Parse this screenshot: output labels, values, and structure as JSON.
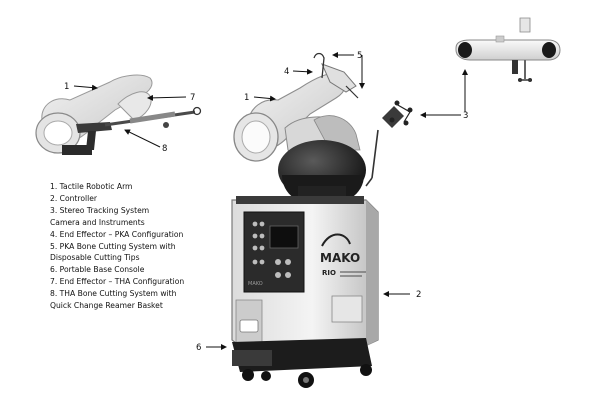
{
  "callouts": [
    "1",
    "7",
    "8",
    "4",
    "5",
    "1",
    "3",
    "2",
    "6"
  ],
  "legend": [
    "1. Tactile Robotic Arm",
    "2. Controller",
    "3. Stereo Tracking System",
    "    Camera and Instruments",
    "4. End Effector – PKA Configuration",
    "5. PKA Bone Cutting System with",
    "    Disposable Cutting Tips",
    "6. Portable Base Console",
    "7. End Effector – THA Configuration",
    "8. THA Bone Cutting System with",
    "    Quick Change Reamer Basket"
  ],
  "branding": {
    "logo": "MAKO",
    "model": "RIO"
  }
}
